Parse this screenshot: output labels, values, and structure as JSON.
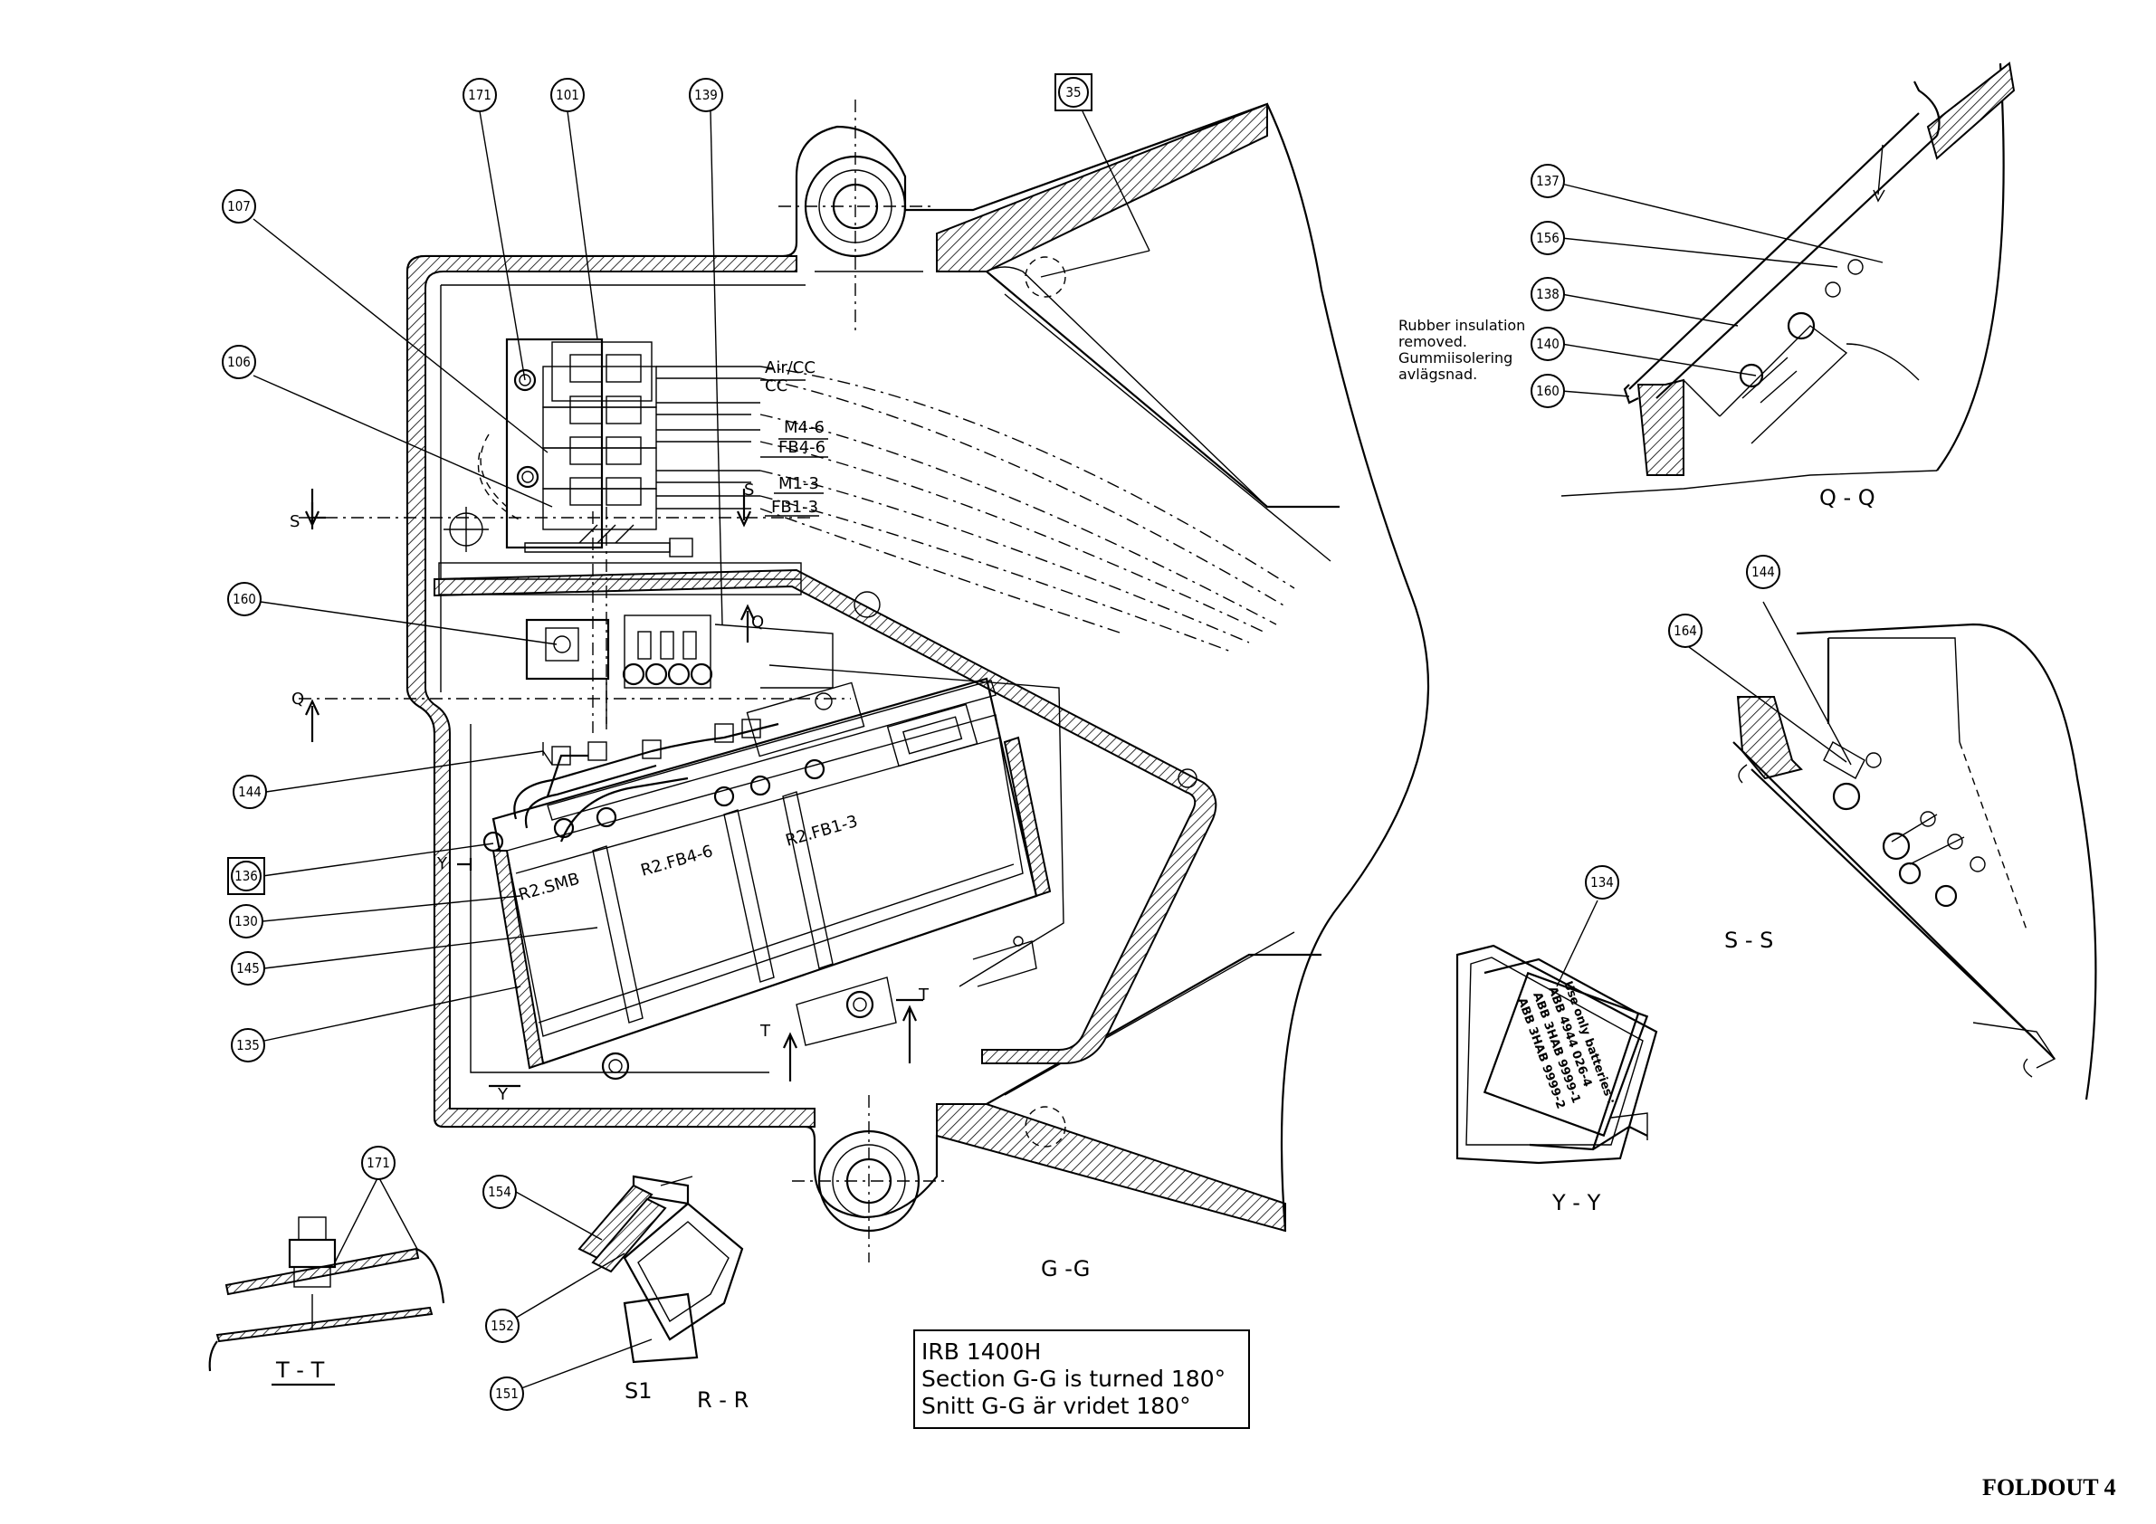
{
  "callouts": [
    {
      "id": "171",
      "boxed": false
    },
    {
      "id": "101",
      "boxed": false
    },
    {
      "id": "139",
      "boxed": false
    },
    {
      "id": "35",
      "boxed": true
    },
    {
      "id": "107",
      "boxed": false
    },
    {
      "id": "106",
      "boxed": false
    },
    {
      "id": "160",
      "boxed": false
    },
    {
      "id": "144",
      "boxed": false
    },
    {
      "id": "136",
      "boxed": true
    },
    {
      "id": "130",
      "boxed": false
    },
    {
      "id": "145",
      "boxed": false
    },
    {
      "id": "135",
      "boxed": false
    },
    {
      "id": "171",
      "boxed": false
    },
    {
      "id": "154",
      "boxed": false
    },
    {
      "id": "152",
      "boxed": false
    },
    {
      "id": "151",
      "boxed": false
    },
    {
      "id": "137",
      "boxed": false
    },
    {
      "id": "156",
      "boxed": false
    },
    {
      "id": "138",
      "boxed": false
    },
    {
      "id": "140",
      "boxed": false
    },
    {
      "id": "160",
      "boxed": false
    },
    {
      "id": "144",
      "boxed": false
    },
    {
      "id": "164",
      "boxed": false
    },
    {
      "id": "134",
      "boxed": false
    }
  ],
  "connector_labels": [
    "Air/CC",
    "CC",
    "M4-6",
    "FB4-6",
    "M1-3",
    "FB1-3"
  ],
  "board_labels": [
    "R2.SMB",
    "R2.FB4-6",
    "R2.FB1-3"
  ],
  "section_marks": {
    "s": "S",
    "q": "Q",
    "y": "Y",
    "t": "T"
  },
  "section_labels": {
    "gg": "G -G",
    "qq": "Q - Q",
    "ss": "S - S",
    "yy": "Y - Y",
    "tt": "T - T",
    "rr": "R - R",
    "s1": "S1"
  },
  "note": [
    "Rubber insulation",
    "removed.",
    "Gummiisolering",
    "avlägsnad."
  ],
  "battery_label": [
    "Use only batteries :",
    "ABB 4944 026-4",
    "ABB 3HAB 9999-1",
    "ABB 3HAB 9999-2"
  ],
  "title_box": [
    "IRB 1400H",
    "Section G-G is turned 180°",
    "Snitt G-G är vridet 180°"
  ],
  "page_label": "FOLDOUT 4"
}
